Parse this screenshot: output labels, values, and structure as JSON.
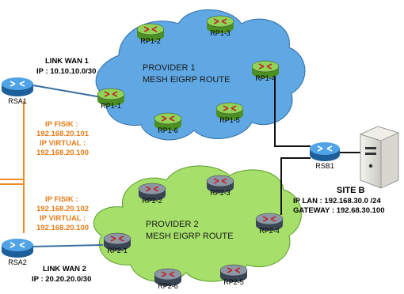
{
  "provider1": {
    "name": "PROVIDER 1",
    "subtitle": "MESH EIGRP ROUTE",
    "color": "#5fa8e4",
    "routers": [
      "RP1-1",
      "RP1-2",
      "RP1-3",
      "RP1-4",
      "RP1-5",
      "RP1-6"
    ]
  },
  "provider2": {
    "name": "PROVIDER 2",
    "subtitle": "MESH EIGRP ROUTE",
    "color": "#a6e06a",
    "routers": [
      "RP2-1",
      "RP2-2",
      "RP2-3",
      "RP2-4",
      "RP2-5",
      "RP2-6"
    ]
  },
  "site_a": {
    "rsa1": "RSA1",
    "rsa2": "RSA2",
    "wan1_title": "LINK WAN 1",
    "wan1_ip": "IP : 10.10.10.0/30",
    "wan2_title": "LINK WAN 2",
    "wan2_ip": "IP : 20.20.20.0/30",
    "rsa1_fisik_label": "IP FISIK :",
    "rsa1_fisik_ip": "192.168.20.101",
    "rsa1_virtual_label": "IP VIRTUAL :",
    "rsa1_virtual_ip": "192.168.20.100",
    "rsa2_fisik_label": "IP FISIK :",
    "rsa2_fisik_ip": "192.168.20.102",
    "rsa2_virtual_label": "IP VIRTUAL :",
    "rsa2_virtual_ip": "192.168.20.100"
  },
  "site_b": {
    "title": "SITE B",
    "router": "RSB1",
    "ip_lan": "IP LAN : 192.168.30.0 /24",
    "gateway": "GATEWAY : 192.68.30.100"
  },
  "colors": {
    "router_body": "#2b84c6",
    "router_dark": "#5a6a7a",
    "router_green": "#7cc24a",
    "orange_link": "#f08a24",
    "label_orange": "#e57b17"
  }
}
